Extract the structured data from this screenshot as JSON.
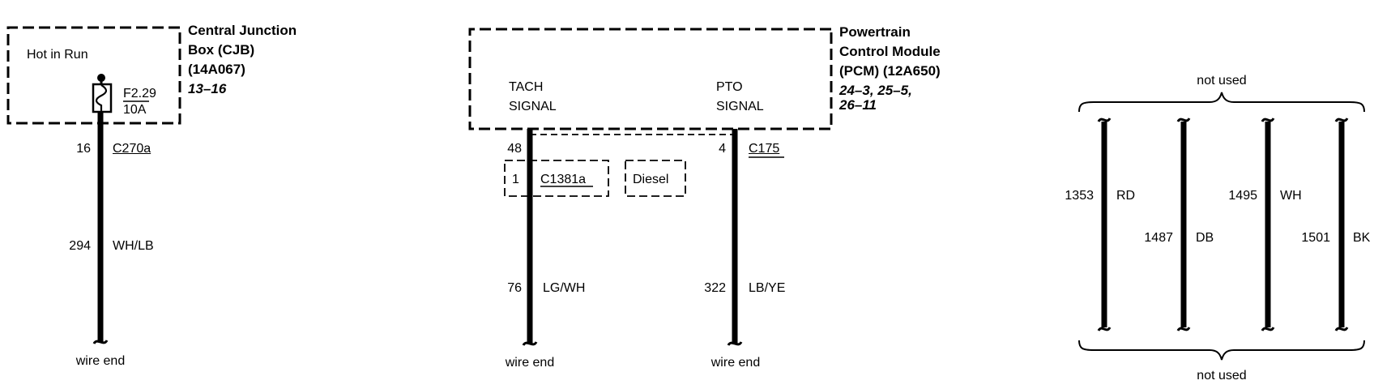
{
  "cjb": {
    "title": [
      "Central Junction",
      "Box (CJB)",
      "(14A067)"
    ],
    "page_ref": "13–16",
    "supply_label": "Hot in Run",
    "fuse_id": "F2.29",
    "fuse_rating": "10A",
    "pin": "16",
    "connector": "C270a",
    "circuit": "294",
    "wire_color": "WH/LB",
    "end_label": "wire end"
  },
  "pcm": {
    "title": [
      "Powertrain",
      "Control Module",
      "(PCM) (12A650)"
    ],
    "page_ref": [
      "24–3, 25–5,",
      "26–11"
    ],
    "tach": {
      "label": [
        "TACH",
        "SIGNAL"
      ],
      "pin": "48",
      "inline_pin": "1",
      "inline_connector": "C1381a",
      "circuit": "76",
      "wire_color": "LG/WH",
      "end_label": "wire end"
    },
    "diesel_label": "Diesel",
    "pto": {
      "label": [
        "PTO",
        "SIGNAL"
      ],
      "pin": "4",
      "connector": "C175",
      "circuit": "322",
      "wire_color": "LB/YE",
      "end_label": "wire end"
    }
  },
  "unused": {
    "top_label": "not used",
    "bottom_label": "not used",
    "wires": [
      {
        "circuit": "1353",
        "color": "RD"
      },
      {
        "circuit": "1487",
        "color": "DB"
      },
      {
        "circuit": "1495",
        "color": "WH"
      },
      {
        "circuit": "1501",
        "color": "BK"
      }
    ]
  },
  "colors": {
    "ink": "#000000",
    "background": "#ffffff"
  }
}
